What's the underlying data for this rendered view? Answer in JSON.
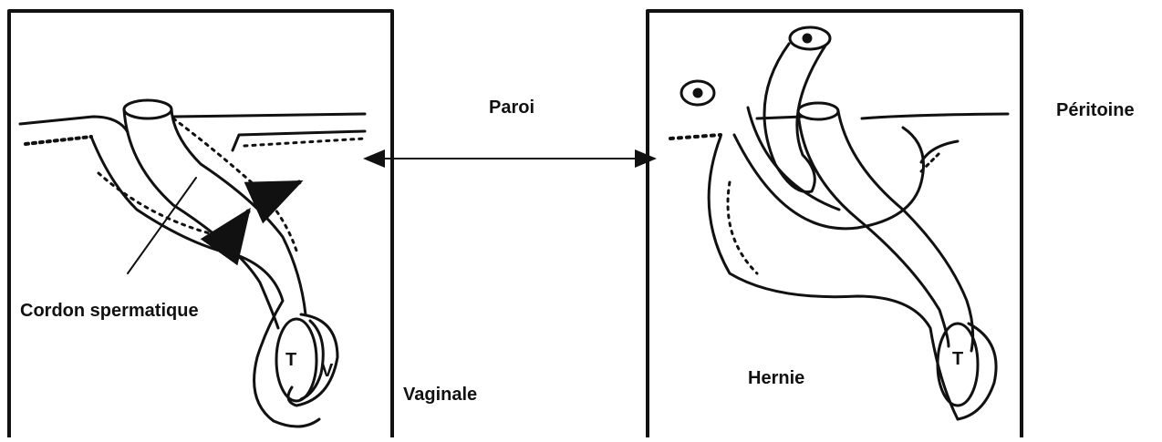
{
  "labels": {
    "paroi": "Paroi",
    "peritoine": "Péritoine",
    "cordon": "Cordon spermatique",
    "vaginale": "Vaginale",
    "hernie": "Hernie",
    "t_left": "T",
    "v_left": "V",
    "t_right": "T"
  },
  "colors": {
    "ink": "#111111",
    "background": "#ffffff"
  }
}
